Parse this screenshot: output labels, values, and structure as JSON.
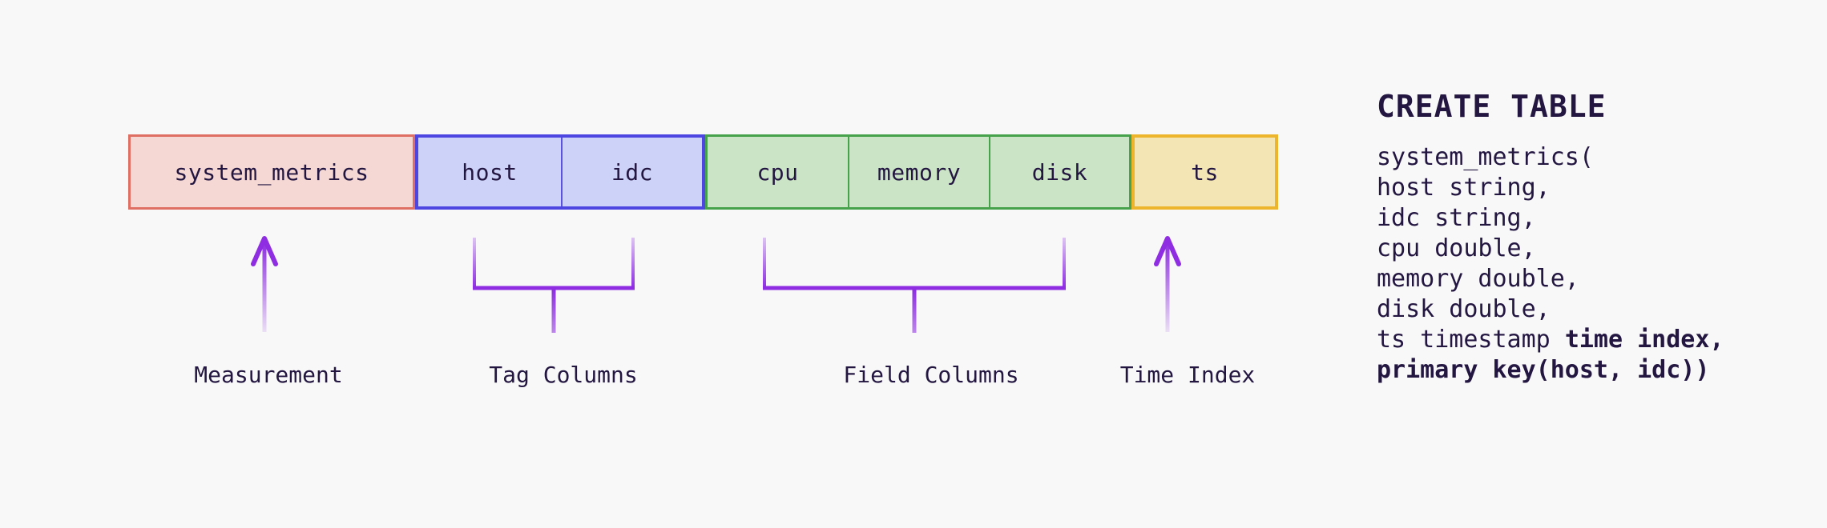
{
  "palette": {
    "background": "#f8f8f8",
    "ink": "#231640",
    "connector_purple": "#8e2de2",
    "measurement_fill": "#f5d8d4",
    "measurement_border": "#df6f63",
    "tag_fill": "#cdd2f8",
    "tag_border": "#4e46e0",
    "field_fill": "#cbe4c6",
    "field_border": "#47a34b",
    "time_fill": "#f3e6b4",
    "time_border": "#ecb52c"
  },
  "table_row": {
    "measurement": {
      "label": "system_metrics"
    },
    "tag_group": {
      "columns": [
        "host",
        "idc"
      ]
    },
    "field_group": {
      "columns": [
        "cpu",
        "memory",
        "disk"
      ]
    },
    "time_group": {
      "columns": [
        "ts"
      ]
    }
  },
  "annotations": {
    "measurement": "Measurement",
    "tag": "Tag Columns",
    "field": "Field Columns",
    "time": "Time Index"
  },
  "sql": {
    "title": "CREATE TABLE",
    "lines": [
      {
        "text": "system_metrics(",
        "bold": ""
      },
      {
        "text": "host string,",
        "bold": ""
      },
      {
        "text": "idc string,",
        "bold": ""
      },
      {
        "text": "cpu double,",
        "bold": ""
      },
      {
        "text": "memory double,",
        "bold": ""
      },
      {
        "text": "disk double,",
        "bold": ""
      },
      {
        "text": "ts timestamp ",
        "bold": "time index,"
      },
      {
        "text": "",
        "bold": "primary key(host, idc))"
      }
    ]
  }
}
